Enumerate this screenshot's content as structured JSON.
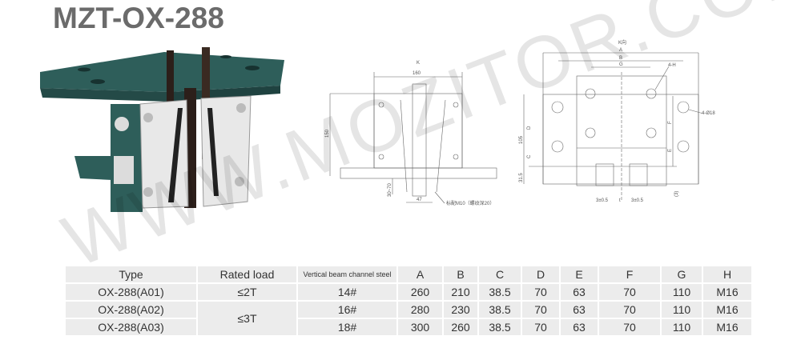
{
  "title": "MZT-OX-288",
  "watermark": "WWW.MOZITOR.COM",
  "front_drawing": {
    "k_label": "K",
    "width_label": "160",
    "height_label": "150",
    "range_label": "30~70",
    "gap_label": "47",
    "note": "标配M10（螺纹深20）"
  },
  "top_drawing": {
    "k_label": "K向",
    "a": "A",
    "b": "B",
    "g": "G",
    "holes_h": "4-H",
    "holes_d": "4-Ø18",
    "d": "D",
    "c": "C",
    "f": "F",
    "e": "E",
    "h105": "105",
    "h31": "31.5",
    "tol_left": "3±0.5",
    "tol_right": "3±0.5",
    "t": "t",
    "three": "(3)"
  },
  "table": {
    "headers": [
      "Type",
      "Rated load",
      "Vertical beam channel steel",
      "A",
      "B",
      "C",
      "D",
      "E",
      "F",
      "G",
      "H"
    ],
    "rows": [
      {
        "type": "OX-288(A01)",
        "load": "≤2T",
        "steel": "14#",
        "A": "260",
        "B": "210",
        "C": "38.5",
        "D": "70",
        "E": "63",
        "F": "70",
        "G": "110",
        "H": "M16"
      },
      {
        "type": "OX-288(A02)",
        "load": "≤3T",
        "steel": "16#",
        "A": "280",
        "B": "230",
        "C": "38.5",
        "D": "70",
        "E": "63",
        "F": "70",
        "G": "110",
        "H": "M16"
      },
      {
        "type": "OX-288(A03)",
        "steel": "18#",
        "A": "300",
        "B": "260",
        "C": "38.5",
        "D": "70",
        "E": "63",
        "F": "70",
        "G": "110",
        "H": "M16"
      }
    ]
  }
}
